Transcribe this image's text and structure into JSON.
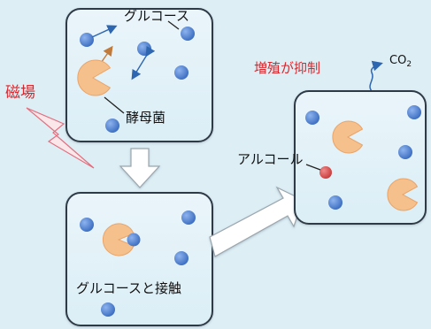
{
  "labels": {
    "glucose": "グルコース",
    "yeast": "酵母菌",
    "magnetic_field": "磁場",
    "contact": "グルコースと接触",
    "growth_suppressed": "増殖が抑制",
    "alcohol": "アルコール",
    "co2_base": "CO",
    "co2_sub": "2"
  },
  "colors": {
    "background": "#ddeef5",
    "panel_fill": "#e4f2f8",
    "panel_stroke": "#2f3a47",
    "glucose_dot": "#4a7fd0",
    "yeast": "#f6c08c",
    "alcohol_dot": "#d84c4c",
    "red_text": "#d9262c",
    "arrow_blue": "#2e66b0",
    "arrow_brown": "#c27a3a"
  },
  "icons": {
    "glucose": "glucose-dot-icon",
    "yeast": "yeast-pacman-icon",
    "alcohol": "alcohol-dot-icon",
    "lightning": "lightning-bolt-icon",
    "block_arrow": "block-arrow-icon"
  }
}
